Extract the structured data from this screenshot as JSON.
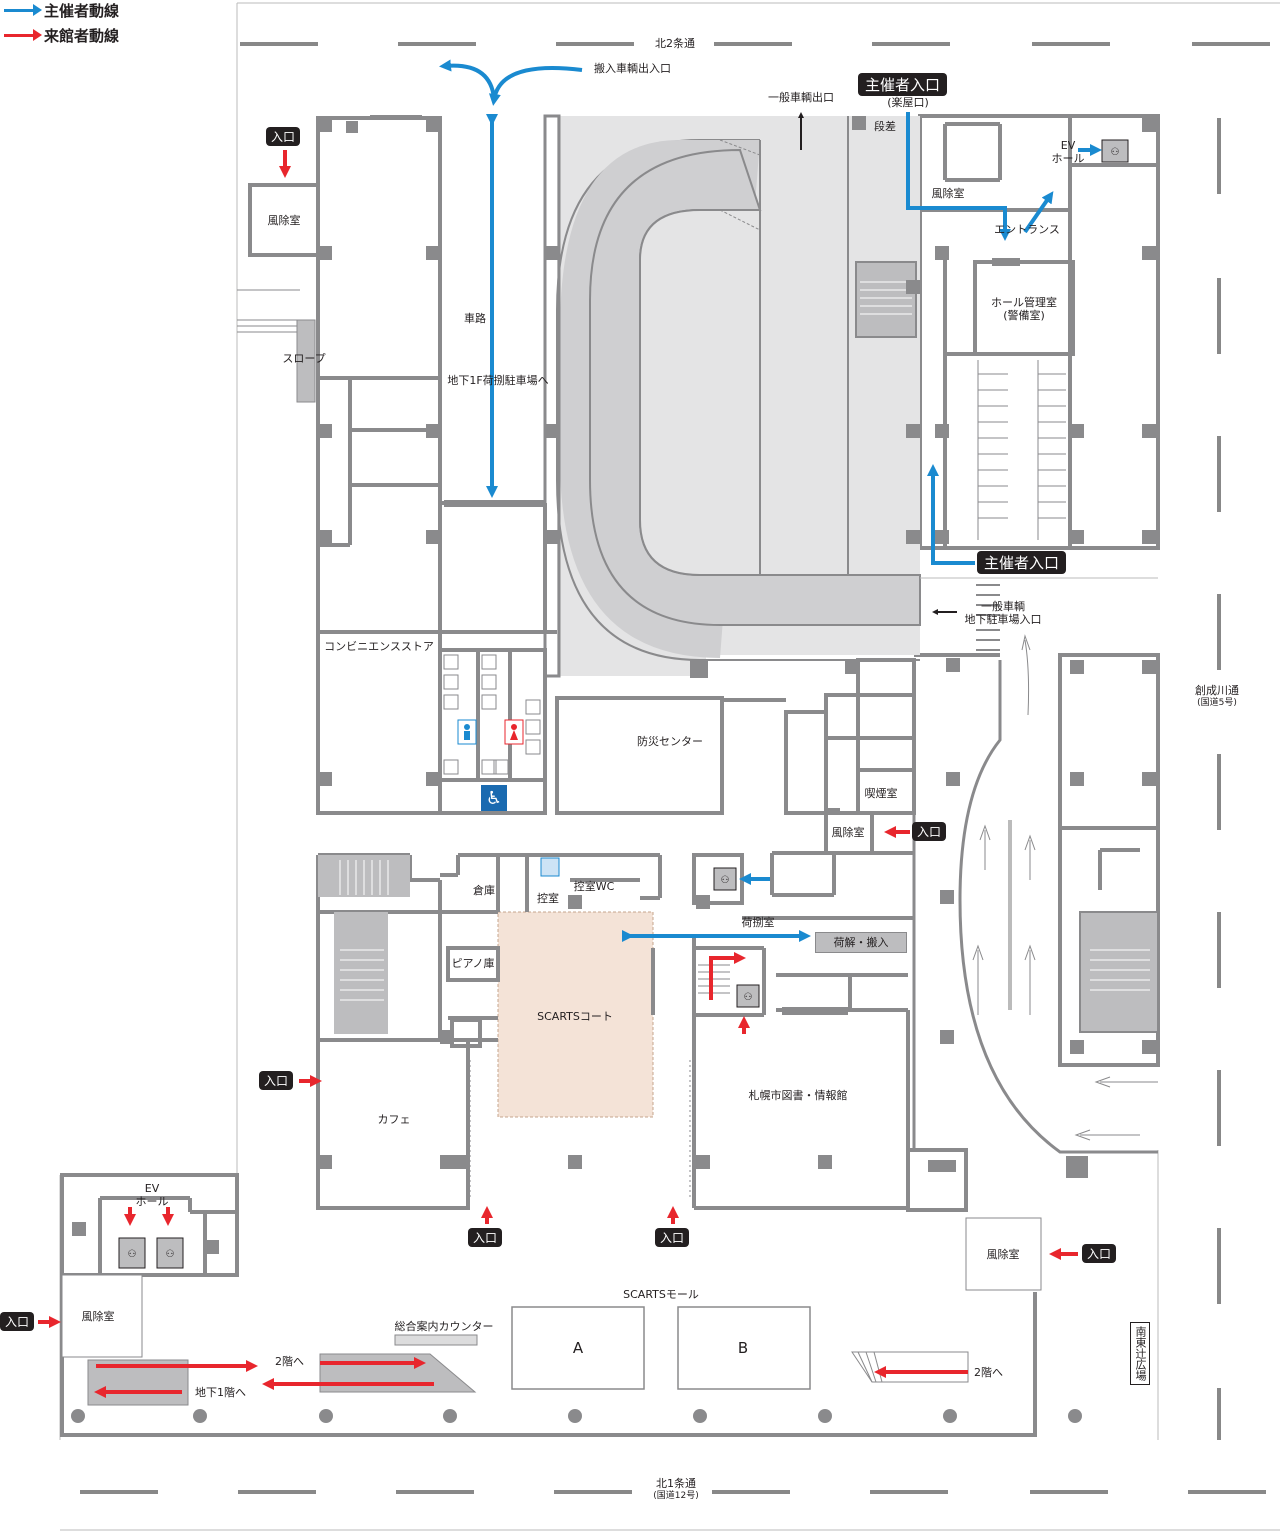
{
  "legend": {
    "organizer_route": "主催者動線",
    "visitor_route": "来館者動線",
    "organizer_color": "#1a8ad0",
    "visitor_color": "#e8262d"
  },
  "streets": {
    "north2": "北2条通",
    "north1": "北1条通",
    "north1_sub": "(国道12号)",
    "sosei": "創成川通",
    "sosei_sub": "(国道5号)",
    "minami_higashi": "南東辻広場"
  },
  "labels": {
    "vehicle_in_out": "搬入車輌出入口",
    "general_exit": "一般車輌出口",
    "organizer_entrance": "主催者入口",
    "gakuya": "(楽屋口)",
    "step": "段差",
    "ev_hall": "EV\nホール",
    "windbreak": "風除室",
    "entrance_hall": "エントランス",
    "hall_office": "ホール管理室\n(警備室)",
    "organizer_entrance2": "主催者入口",
    "general_parking": "一般車輌\n地下駐車場入口",
    "entrance": "入口",
    "slope": "スロープ",
    "road": "車路",
    "b1_parking": "地下1F荷捌駐車場へ",
    "convenience": "コンビニエンスストア",
    "disaster": "防災センター",
    "smoking": "喫煙室",
    "storage": "倉庫",
    "waiting": "控室",
    "waiting_wc": "控室WC",
    "piano": "ピアノ庫",
    "scarts_court": "SCARTSコート",
    "unloading": "荷捌室",
    "unpack": "荷解・搬入",
    "cafe": "カフェ",
    "library": "札幌市図書・情報館",
    "ev_hall2": "EV\nホール",
    "scarts_mall": "SCARTSモール",
    "counter": "総合案内カウンター",
    "to_2f": "2階へ",
    "to_b1": "地下1階へ",
    "a": "A",
    "b": "B"
  }
}
